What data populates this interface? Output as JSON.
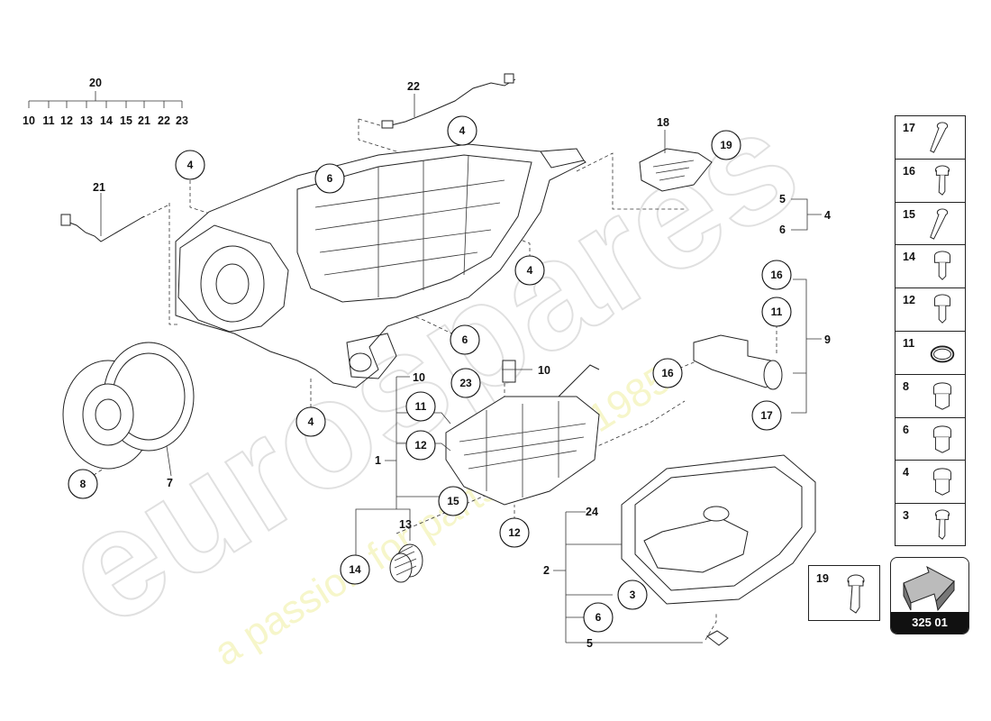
{
  "colors": {
    "line": "#222222",
    "watermark": "#c8c8c8",
    "watermark_text": "#e8e66a",
    "page_box": "#111111"
  },
  "callouts": {
    "c4a": "4",
    "c4b": "4",
    "c4c": "4",
    "c4d": "4",
    "c6a": "6",
    "c6b": "6",
    "c19": "19",
    "c16a": "16",
    "c11a": "11",
    "c16b": "16",
    "c17": "17",
    "c23": "23",
    "c11b": "11",
    "c12a": "12",
    "c15": "15",
    "c12b": "12",
    "c14": "14",
    "c8": "8",
    "c3": "3",
    "c6c": "6"
  },
  "labels": {
    "l20": "20",
    "l22": "22",
    "l18": "18",
    "l21": "21",
    "l5a": "5",
    "l6a": "6",
    "l4": "4",
    "l9": "9",
    "l10a": "10",
    "l10b": "10",
    "l1": "1",
    "l13": "13",
    "l7": "7",
    "l24": "24",
    "l2": "2",
    "l5b": "5"
  },
  "kit20": [
    "10",
    "11",
    "12",
    "13",
    "14",
    "15",
    "21",
    "22",
    "23"
  ],
  "legend": [
    {
      "num": "17",
      "icon": "long-bolt-icon"
    },
    {
      "num": "16",
      "icon": "short-bolt-icon"
    },
    {
      "num": "15",
      "icon": "long-bolt-icon"
    },
    {
      "num": "14",
      "icon": "flange-bolt-icon"
    },
    {
      "num": "12",
      "icon": "flange-bolt-icon"
    },
    {
      "num": "11",
      "icon": "o-ring-icon"
    },
    {
      "num": "8",
      "icon": "plug-icon"
    },
    {
      "num": "6",
      "icon": "plug-icon"
    },
    {
      "num": "4",
      "icon": "plug-icon"
    },
    {
      "num": "3",
      "icon": "short-bolt-icon"
    }
  ],
  "box19": {
    "num": "19",
    "icon": "short-bolt-icon"
  },
  "page_number": "325 01",
  "watermark": {
    "brand": "eurospares",
    "tagline": "a passion for parts since 1985"
  }
}
